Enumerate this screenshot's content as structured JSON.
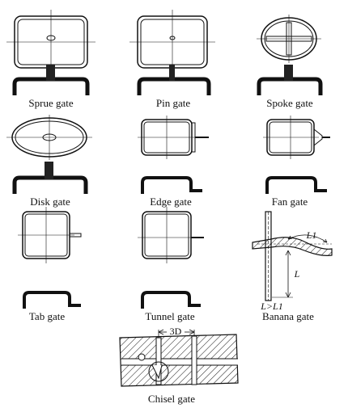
{
  "labels": {
    "sprue": "Sprue gate",
    "pin": "Pin gate",
    "spoke": "Spoke gate",
    "disk": "Disk gate",
    "edge": "Edge gate",
    "fan": "Fan gate",
    "tab": "Tab gate",
    "tunnel": "Tunnel gate",
    "banana": "Banana gate",
    "chisel": "Chisel gate"
  },
  "annotations": {
    "l1": "L1",
    "l": "L",
    "condition": "L>L1",
    "dimension": "3D"
  },
  "colors": {
    "line": "#111111",
    "fill": "#222222",
    "background": "#ffffff"
  }
}
